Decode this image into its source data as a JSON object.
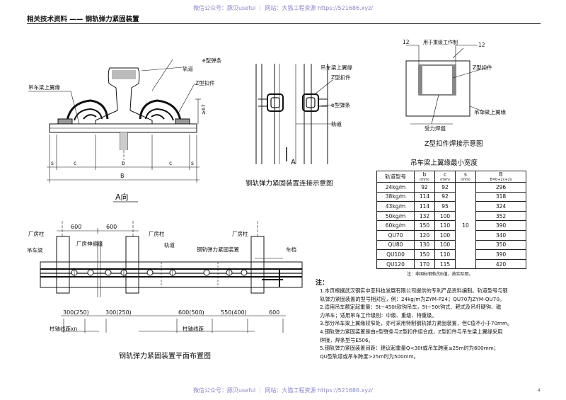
{
  "watermark_top": "微信公众号：豚贝useful ｜ 网站：大猫工程资源 https://521686.xyz/",
  "watermark_bottom": "微信公众号：豚贝useful ｜ 网站：大猫工程资源 https://521686.xyz/",
  "header": "相关技术资料 —— 钢轨弹力紧固装置",
  "page_number": "4",
  "fig_a": {
    "label_e_spring": "e型弹条",
    "label_rail": "轨道",
    "label_z_clip": "Z型扣件",
    "label_flange": "吊车梁上翼缘",
    "dim_67": "≥67",
    "dim_s1": "s",
    "dim_c1": "c",
    "dim_b": "b",
    "dim_c2": "c",
    "dim_s2": "s",
    "dim_B": "B",
    "title": "A向"
  },
  "fig_conn": {
    "label_flange": "吊车梁上翼缘",
    "label_z": "Z型扣件",
    "label_e": "e型弹条",
    "label_rail": "轨道",
    "arrow_label": "A",
    "title": "钢轨弹力紧固装置连接示意图"
  },
  "fig_weld": {
    "label_12a": "12",
    "label_heavy": "用于重级工作制",
    "label_z": "Z型扣件",
    "label_12b": "12",
    "label_flange": "吊车梁上翼缘",
    "label_weld": "受力焊缝",
    "title": "Z型扣件焊接示意图"
  },
  "fig_plan": {
    "label_600a": "600",
    "label_600b": "600",
    "label_column1": "厂房柱",
    "label_column2": "厂房柱",
    "label_joint": "厂房伸缩缝",
    "label_rail": "轨道",
    "label_device": "钢轨弹力紧固装置",
    "label_column3": "厂房柱",
    "label_beam": "吊车梁",
    "label_stop": "车档",
    "dim1": "300(250)",
    "dim2": "300(250)",
    "dim3": "600(500)",
    "dim4": "550(400)",
    "dim5": "600",
    "label_axis_xn": "柱轴线距xn",
    "label_axis": "柱轴线距",
    "title": "钢轨弹力紧固装置平面布置图"
  },
  "table": {
    "title": "吊车梁上翼缘最小宽度",
    "headers": [
      "轨道型号",
      "b",
      "c",
      "s",
      "B"
    ],
    "units": [
      "",
      "(mm)",
      "(mm)",
      "(mm)",
      "B=b+2c+2s"
    ],
    "s_value": "10",
    "rows": [
      [
        "24kg/m",
        "92",
        "92",
        "296"
      ],
      [
        "38kg/m",
        "114",
        "92",
        "318"
      ],
      [
        "43kg/m",
        "114",
        "95",
        "324"
      ],
      [
        "50kg/m",
        "132",
        "100",
        "352"
      ],
      [
        "60kg/m",
        "150",
        "110",
        "390"
      ],
      [
        "QU70",
        "120",
        "100",
        "340"
      ],
      [
        "QU80",
        "130",
        "100",
        "350"
      ],
      [
        "QU100",
        "150",
        "110",
        "390"
      ],
      [
        "QU120",
        "170",
        "115",
        "420"
      ]
    ],
    "note": "注：非国标钢轨的b值，按实际取。"
  },
  "notes": {
    "title": "注：",
    "lines": [
      "1.本页根据武汉钢实中亚科技发展有限公司提供的专利产品资料编制。轨道型号与钢",
      "   轨弹力紧固装置的型号相对应，例：24kg/m为ZYM-P24；QU70为ZYM-QU70。",
      "2.适用吊车额定起重量：5t~450t软钩吊车，5t~50t钩式、耙式及吊杆硬钩、磁",
      "   力吊车；适用吊车工作级别：中级、重级、特重级。",
      "3.部分吊车梁上翼缘较窄处，亦可采用特制钢轨弹力紧固装置，但C值不小于70mm。",
      "4.钢轨弹力紧固装置是由e型弹条与Z型扣件组合成，Z型扣件与吊车梁上翼缘采用",
      "   焊接，焊条型号E506。",
      "5.钢轨弹力紧固装置间距：建议起重量Q<30t或吊车跨度≤25m时为600mm；",
      "   QU型轨道或吊车跨度>25m时为500mm。"
    ]
  }
}
